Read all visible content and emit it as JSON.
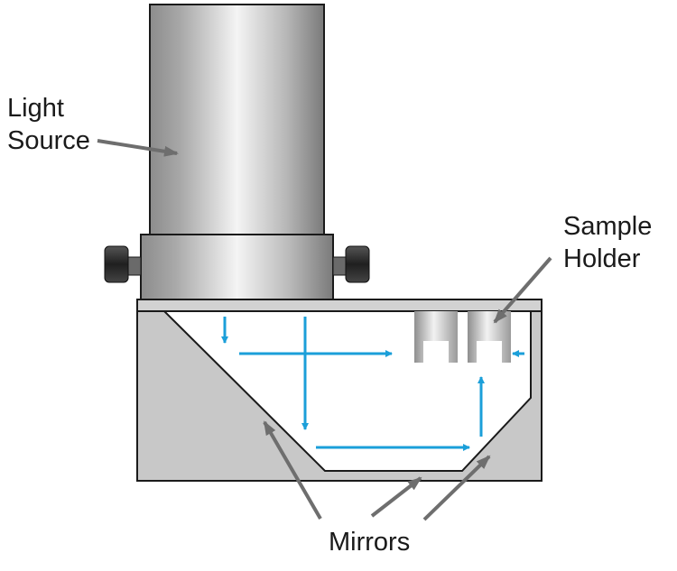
{
  "labels": {
    "light_source": [
      "Light",
      "Source"
    ],
    "sample_holder": [
      "Sample",
      "Holder"
    ],
    "mirrors": "Mirrors"
  },
  "colors": {
    "background": "#ffffff",
    "housing_fill": "#c8c8c8",
    "housing_stroke": "#1a1a1a",
    "cavity_fill": "#ffffff",
    "beam": "#1b9fd9",
    "pointer": "#6e6e6e",
    "knob": "#2b2b2b"
  },
  "icons": {
    "lamp": "cylinder-lamp-icon",
    "cuvette": "cuvette-icon",
    "knob": "thumbscrew-knob-icon"
  }
}
